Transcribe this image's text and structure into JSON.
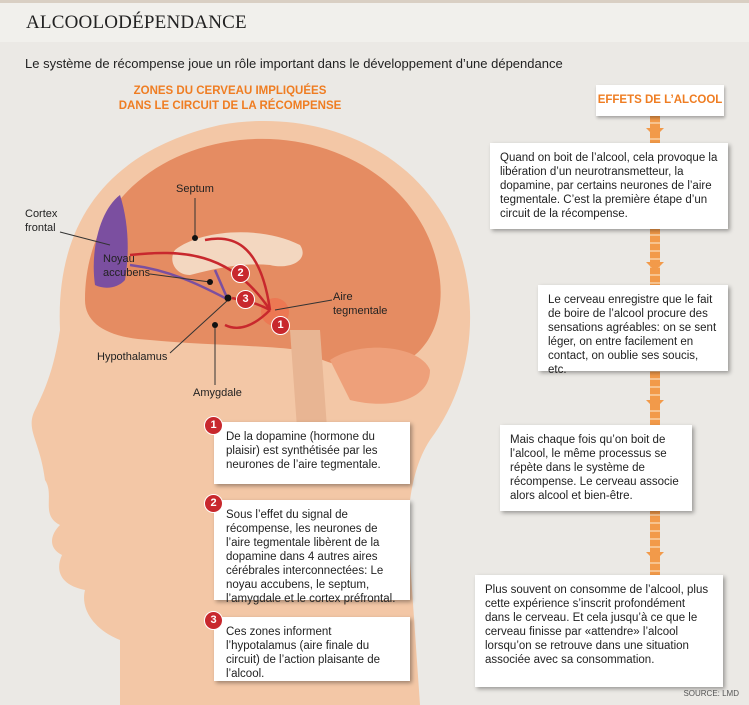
{
  "header": {
    "title": "ALCOOLODÉPENDANCE",
    "subtitle": "Le système de récompense joue un rôle important dans le développement d’une dépendance"
  },
  "diagram": {
    "zones_title_1": "ZONES DU CERVEAU IMPLIQUÉES",
    "zones_title_2": "DANS LE CIRCUIT DE LA RÉCOMPENSE",
    "labels": {
      "septum": "Septum",
      "cortex_1": "Cortex",
      "cortex_2": "frontal",
      "noyau_1": "Noyau",
      "noyau_2": "accubens",
      "aire_1": "Aire",
      "aire_2": "tegmentale",
      "hypothalamus": "Hypothalamus",
      "amygdale": "Amygdale"
    },
    "badges": [
      "1",
      "2",
      "3"
    ],
    "steps": [
      {
        "num": "1",
        "text": "De la dopamine (hormone du plaisir) est synthétisée par les neurones de l’aire tegmentale."
      },
      {
        "num": "2",
        "text": "Sous l’effet du signal de récompense, les neurones de l’aire tegmentale libèrent de la dopamine dans 4 autres aires cérébrales interconnectées: Le noyau accubens, le septum, l’amygdale et le cortex préfrontal."
      },
      {
        "num": "3",
        "text": "Ces zones informent l’hypotalamus (aire finale du circuit) de l’action plaisante de l’alcool."
      }
    ]
  },
  "effets": {
    "title": "EFFETS DE L’ALCOOL",
    "items": [
      "Quand on boit de l’alcool, cela provoque la libération d’un neurotransmetteur, la dopamine, par certains neurones de l’aire tegmentale. C’est la première étape d’un circuit de la récompense.",
      "Le cerveau enregistre que le fait de boire de l’alcool procure des sensations agréables: on se sent léger, on entre facilement en contact, on oublie ses soucis, etc.",
      "Mais chaque fois qu’on boit de l’alcool, le même processus se répète dans le système de récompense. Le cerveau associe alors alcool et bien-être.",
      "Plus souvent on consomme de l’alcool, plus cette expérience s’inscrit profondément dans le cerveau. Et cela jusqu’à ce que le cerveau finisse par «attendre» l’alcool lorsqu’on se retrouve dans une situation associée avec sa consommation."
    ]
  },
  "source": "SOURCE: LMD",
  "colors": {
    "accent": "#ef7d22",
    "badge": "#c8282d",
    "skin": "#f3c7a6",
    "brain": "#e58c62",
    "cortex": "#7b4fa0"
  }
}
